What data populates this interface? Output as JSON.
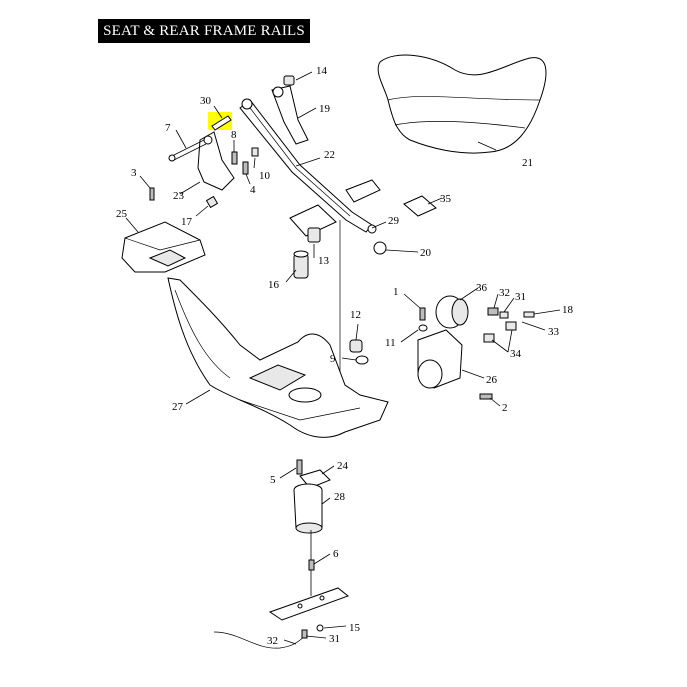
{
  "title": "SEAT & REAR FRAME RAILS",
  "highlight_color": "#ffff00",
  "callouts": [
    {
      "id": "c1",
      "text": "1"
    },
    {
      "id": "c2",
      "text": "2"
    },
    {
      "id": "c3",
      "text": "3"
    },
    {
      "id": "c4",
      "text": "4"
    },
    {
      "id": "c5",
      "text": "5"
    },
    {
      "id": "c6",
      "text": "6"
    },
    {
      "id": "c7",
      "text": "7"
    },
    {
      "id": "c8",
      "text": "8"
    },
    {
      "id": "c9",
      "text": "9"
    },
    {
      "id": "c10",
      "text": "10"
    },
    {
      "id": "c11",
      "text": "11"
    },
    {
      "id": "c12",
      "text": "12"
    },
    {
      "id": "c13",
      "text": "13"
    },
    {
      "id": "c14",
      "text": "14"
    },
    {
      "id": "c15",
      "text": "15"
    },
    {
      "id": "c16",
      "text": "16"
    },
    {
      "id": "c17",
      "text": "17"
    },
    {
      "id": "c18",
      "text": "18"
    },
    {
      "id": "c19",
      "text": "19"
    },
    {
      "id": "c20",
      "text": "20"
    },
    {
      "id": "c21",
      "text": "21"
    },
    {
      "id": "c22",
      "text": "22"
    },
    {
      "id": "c23",
      "text": "23"
    },
    {
      "id": "c24",
      "text": "24"
    },
    {
      "id": "c25",
      "text": "25"
    },
    {
      "id": "c26",
      "text": "26"
    },
    {
      "id": "c27",
      "text": "27"
    },
    {
      "id": "c28",
      "text": "28"
    },
    {
      "id": "c29",
      "text": "29"
    },
    {
      "id": "c30",
      "text": "30"
    },
    {
      "id": "c31a",
      "text": "31"
    },
    {
      "id": "c31b",
      "text": "31"
    },
    {
      "id": "c32a",
      "text": "32"
    },
    {
      "id": "c32b",
      "text": "32"
    },
    {
      "id": "c33",
      "text": "33"
    },
    {
      "id": "c34",
      "text": "34"
    },
    {
      "id": "c35",
      "text": "35"
    },
    {
      "id": "c36",
      "text": "36"
    }
  ]
}
